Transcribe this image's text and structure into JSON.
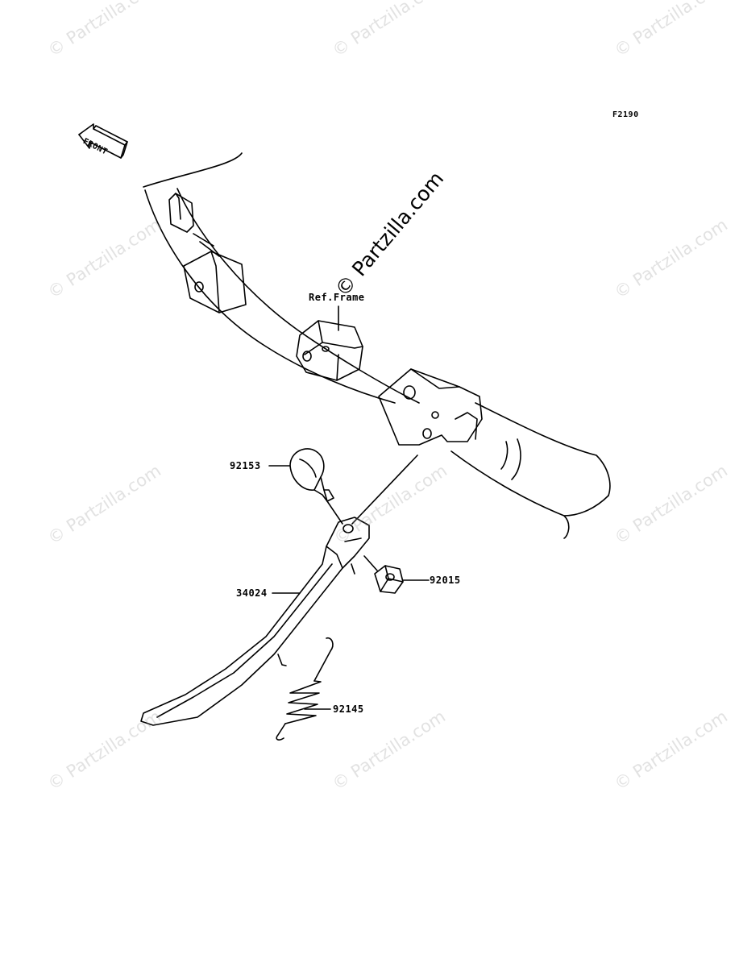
{
  "figure_code": "F2190",
  "front_label": "FRONT",
  "ref_label": "Ref.Frame",
  "watermark": "© Partzilla.com",
  "parts": {
    "bolt": "92153",
    "stand": "34024",
    "nut": "92015",
    "spring": "92145"
  }
}
